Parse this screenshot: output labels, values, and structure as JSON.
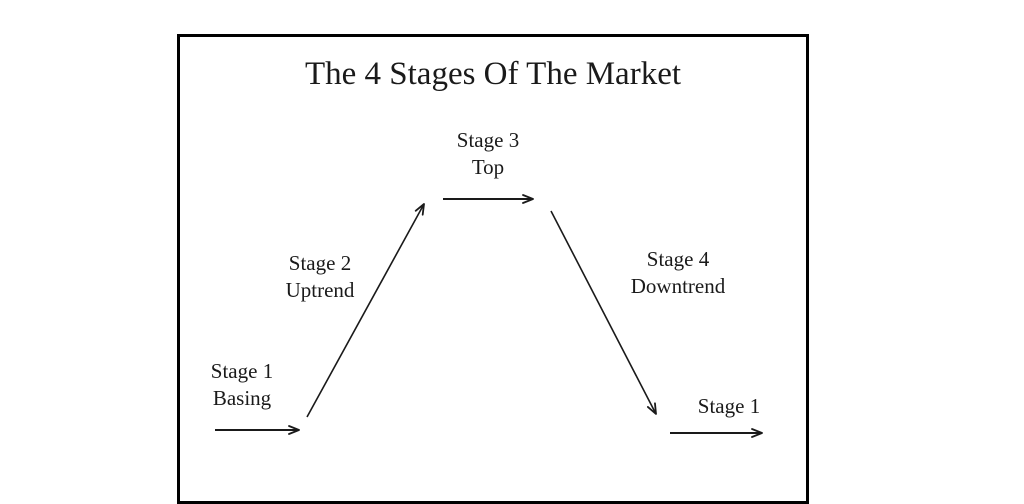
{
  "diagram": {
    "title": "The 4 Stages Of The Market",
    "labels": {
      "stage1_basing": {
        "line1": "Stage 1",
        "line2": "Basing"
      },
      "stage2_uptrend": {
        "line1": "Stage 2",
        "line2": "Uptrend"
      },
      "stage3_top": {
        "line1": "Stage 3",
        "line2": "Top"
      },
      "stage4_downtrend": {
        "line1": "Stage 4",
        "line2": "Downtrend"
      },
      "stage1_repeat": {
        "line1": "Stage 1"
      }
    },
    "arrows": [
      "stage1-basing-arrow",
      "stage2-uptrend-arrow",
      "stage3-top-arrow",
      "stage4-downtrend-arrow",
      "stage1-repeat-arrow"
    ],
    "colors": {
      "ink": "#1a1a1a",
      "background": "#ffffff",
      "border": "#000000"
    }
  }
}
